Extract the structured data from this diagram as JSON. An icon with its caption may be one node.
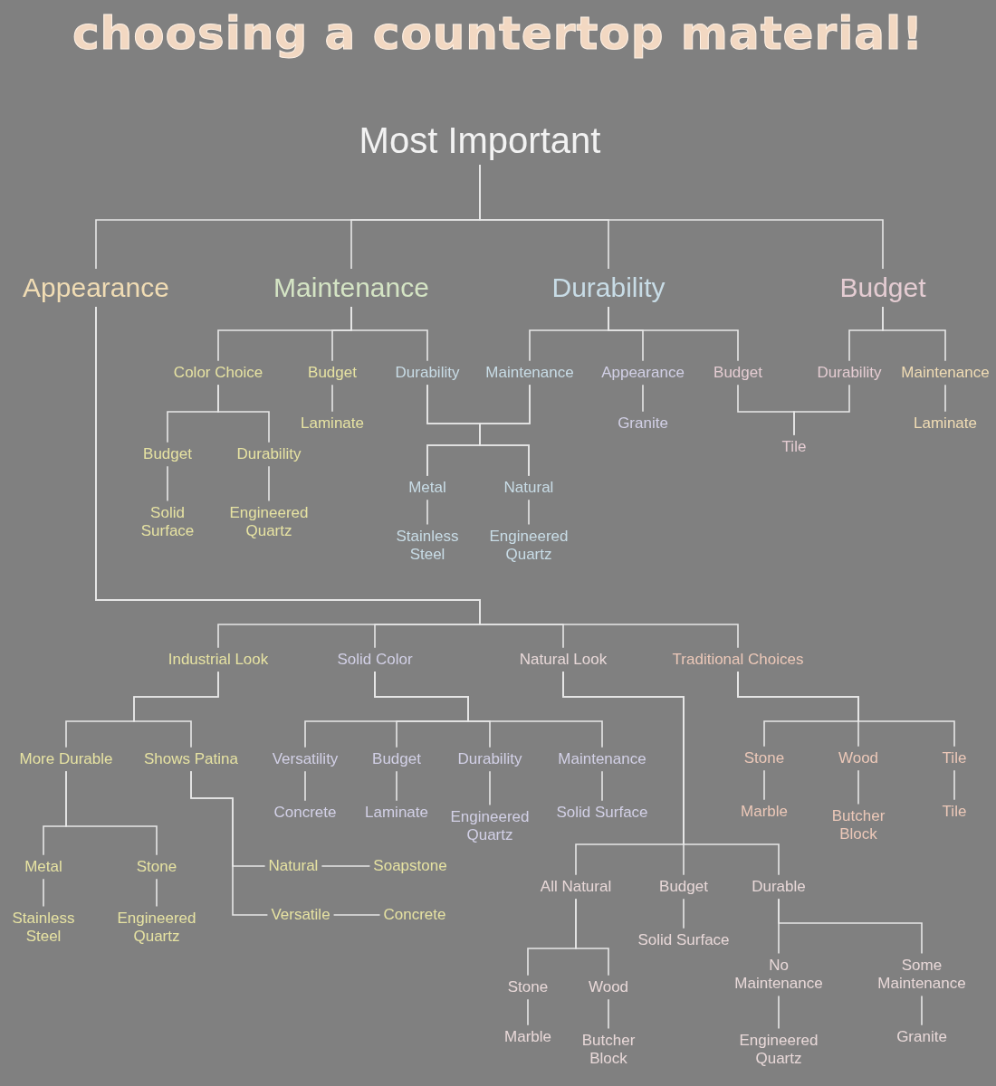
{
  "diagram": {
    "title": "choosing a countertop material!",
    "nodes": [
      {
        "text": [
          "Most Important"
        ]
      },
      {
        "text": [
          "Appearance"
        ]
      },
      {
        "text": [
          "Maintenance"
        ]
      },
      {
        "text": [
          "Durability"
        ]
      },
      {
        "text": [
          "Budget"
        ]
      },
      {
        "text": [
          "Color Choice"
        ]
      },
      {
        "text": [
          "Budget"
        ]
      },
      {
        "text": [
          "Durability"
        ]
      },
      {
        "text": [
          "Laminate"
        ]
      },
      {
        "text": [
          "Budget"
        ]
      },
      {
        "text": [
          "Durability"
        ]
      },
      {
        "text": [
          "Solid Surface"
        ]
      },
      {
        "text": [
          "Engineered Quartz"
        ]
      },
      {
        "text": [
          "Maintenance"
        ]
      },
      {
        "text": [
          "Appearance"
        ]
      },
      {
        "text": [
          "Budget"
        ]
      },
      {
        "text": [
          "Durability"
        ]
      },
      {
        "text": [
          "Maintenance"
        ]
      },
      {
        "text": [
          "Granite"
        ]
      },
      {
        "text": [
          "Tile"
        ]
      },
      {
        "text": [
          "Laminate"
        ]
      },
      {
        "text": [
          "Metal"
        ]
      },
      {
        "text": [
          "Natural"
        ]
      },
      {
        "text": [
          "Stainless Steel"
        ]
      },
      {
        "text": [
          "Engineered Quartz"
        ]
      },
      {
        "text": [
          "Industrial Look"
        ]
      },
      {
        "text": [
          "Solid Color"
        ]
      },
      {
        "text": [
          "Natural Look"
        ]
      },
      {
        "text": [
          "Traditional Choices"
        ]
      },
      {
        "text": [
          "More Durable"
        ]
      },
      {
        "text": [
          "Shows Patina"
        ]
      },
      {
        "text": [
          "Metal"
        ]
      },
      {
        "text": [
          "Stone"
        ]
      },
      {
        "text": [
          "Stainless Steel"
        ]
      },
      {
        "text": [
          "Engineered Quartz"
        ]
      },
      {
        "text": [
          "Natural"
        ]
      },
      {
        "text": [
          "Soapstone"
        ]
      },
      {
        "text": [
          "Versatile"
        ]
      },
      {
        "text": [
          "Concrete"
        ]
      },
      {
        "text": [
          "Versatility"
        ]
      },
      {
        "text": [
          "Budget"
        ]
      },
      {
        "text": [
          "Durability"
        ]
      },
      {
        "text": [
          "Maintenance"
        ]
      },
      {
        "text": [
          "Concrete"
        ]
      },
      {
        "text": [
          "Laminate"
        ]
      },
      {
        "text": [
          "Engineered Quartz"
        ]
      },
      {
        "text": [
          "Solid Surface"
        ]
      },
      {
        "text": [
          "All Natural"
        ]
      },
      {
        "text": [
          "Budget"
        ]
      },
      {
        "text": [
          "Durable"
        ]
      },
      {
        "text": [
          "Solid Surface"
        ]
      },
      {
        "text": [
          "Stone"
        ]
      },
      {
        "text": [
          "Wood"
        ]
      },
      {
        "text": [
          "Marble"
        ]
      },
      {
        "text": [
          "Butcher Block"
        ]
      },
      {
        "text": [
          "No Maintenance"
        ]
      },
      {
        "text": [
          "Some Maintenance"
        ]
      },
      {
        "text": [
          "Engineered Quartz"
        ]
      },
      {
        "text": [
          "Granite"
        ]
      },
      {
        "text": [
          "Stone"
        ]
      },
      {
        "text": [
          "Wood"
        ]
      },
      {
        "text": [
          "Tile"
        ]
      },
      {
        "text": [
          "Marble"
        ]
      },
      {
        "text": [
          "Butcher Block"
        ]
      },
      {
        "text": [
          "Tile"
        ]
      }
    ],
    "edges": [
      {
        "from": 0,
        "to": 1,
        "arrow": "none"
      },
      {
        "from": 0,
        "to": 2,
        "arrow": "none"
      },
      {
        "from": 0,
        "to": 3,
        "arrow": "none"
      },
      {
        "from": 0,
        "to": 4,
        "arrow": "none"
      },
      {
        "from": 2,
        "to": 5,
        "arrow": "none"
      },
      {
        "from": 2,
        "to": 6,
        "arrow": "none"
      },
      {
        "from": 2,
        "to": 7,
        "arrow": "none"
      },
      {
        "from": 5,
        "to": 9,
        "arrow": "none"
      },
      {
        "from": 5,
        "to": 10,
        "arrow": "none"
      },
      {
        "from": 6,
        "to": 8,
        "arrow": "none"
      },
      {
        "from": 9,
        "to": 11,
        "arrow": "none"
      },
      {
        "from": 10,
        "to": 12,
        "arrow": "none"
      },
      {
        "from": 3,
        "to": 13,
        "arrow": "none"
      },
      {
        "from": 3,
        "to": 14,
        "arrow": "none"
      },
      {
        "from": 3,
        "to": 15,
        "arrow": "none"
      },
      {
        "from": 4,
        "to": 16,
        "arrow": "none"
      },
      {
        "from": 4,
        "to": 17,
        "arrow": "none"
      },
      {
        "from": 14,
        "to": 18,
        "arrow": "none"
      },
      {
        "from": 17,
        "to": 20,
        "arrow": "none"
      },
      {
        "from": 15,
        "to": 19,
        "arrow": "none"
      },
      {
        "from": 16,
        "to": 19,
        "arrow": "none"
      },
      {
        "from": 7,
        "to": 21,
        "arrow": "none"
      },
      {
        "from": 7,
        "to": 22,
        "arrow": "none"
      },
      {
        "from": 13,
        "to": 21,
        "arrow": "none"
      },
      {
        "from": 13,
        "to": 22,
        "arrow": "none"
      },
      {
        "from": 21,
        "to": 23,
        "arrow": "none"
      },
      {
        "from": 22,
        "to": 24,
        "arrow": "none"
      },
      {
        "from": 1,
        "to": 25,
        "arrow": "none"
      },
      {
        "from": 1,
        "to": 26,
        "arrow": "none"
      },
      {
        "from": 1,
        "to": 27,
        "arrow": "none"
      },
      {
        "from": 1,
        "to": 28,
        "arrow": "none"
      },
      {
        "from": 25,
        "to": 29,
        "arrow": "none"
      },
      {
        "from": 25,
        "to": 30,
        "arrow": "none"
      },
      {
        "from": 29,
        "to": 31,
        "arrow": "none"
      },
      {
        "from": 29,
        "to": 32,
        "arrow": "none"
      },
      {
        "from": 31,
        "to": 33,
        "arrow": "none"
      },
      {
        "from": 32,
        "to": 34,
        "arrow": "none"
      },
      {
        "from": 30,
        "to": 35,
        "arrow": "none"
      },
      {
        "from": 30,
        "to": 37,
        "arrow": "none"
      },
      {
        "from": 35,
        "to": 36,
        "arrow": "none"
      },
      {
        "from": 37,
        "to": 38,
        "arrow": "none"
      },
      {
        "from": 26,
        "to": 39,
        "arrow": "none"
      },
      {
        "from": 26,
        "to": 40,
        "arrow": "none"
      },
      {
        "from": 26,
        "to": 41,
        "arrow": "none"
      },
      {
        "from": 26,
        "to": 42,
        "arrow": "none"
      },
      {
        "from": 39,
        "to": 43,
        "arrow": "none"
      },
      {
        "from": 40,
        "to": 44,
        "arrow": "none"
      },
      {
        "from": 41,
        "to": 45,
        "arrow": "none"
      },
      {
        "from": 42,
        "to": 46,
        "arrow": "none"
      },
      {
        "from": 27,
        "to": 47,
        "arrow": "none"
      },
      {
        "from": 27,
        "to": 48,
        "arrow": "none"
      },
      {
        "from": 27,
        "to": 49,
        "arrow": "none"
      },
      {
        "from": 47,
        "to": 51,
        "arrow": "none"
      },
      {
        "from": 47,
        "to": 52,
        "arrow": "none"
      },
      {
        "from": 48,
        "to": 50,
        "arrow": "none"
      },
      {
        "from": 49,
        "to": 55,
        "arrow": "none"
      },
      {
        "from": 49,
        "to": 56,
        "arrow": "none"
      },
      {
        "from": 51,
        "to": 53,
        "arrow": "none"
      },
      {
        "from": 52,
        "to": 54,
        "arrow": "none"
      },
      {
        "from": 55,
        "to": 57,
        "arrow": "none"
      },
      {
        "from": 56,
        "to": 58,
        "arrow": "none"
      },
      {
        "from": 28,
        "to": 59,
        "arrow": "none"
      },
      {
        "from": 28,
        "to": 60,
        "arrow": "none"
      },
      {
        "from": 28,
        "to": 61,
        "arrow": "none"
      },
      {
        "from": 59,
        "to": 62,
        "arrow": "none"
      },
      {
        "from": 60,
        "to": 63,
        "arrow": "none"
      },
      {
        "from": 61,
        "to": 64,
        "arrow": "none"
      }
    ]
  }
}
